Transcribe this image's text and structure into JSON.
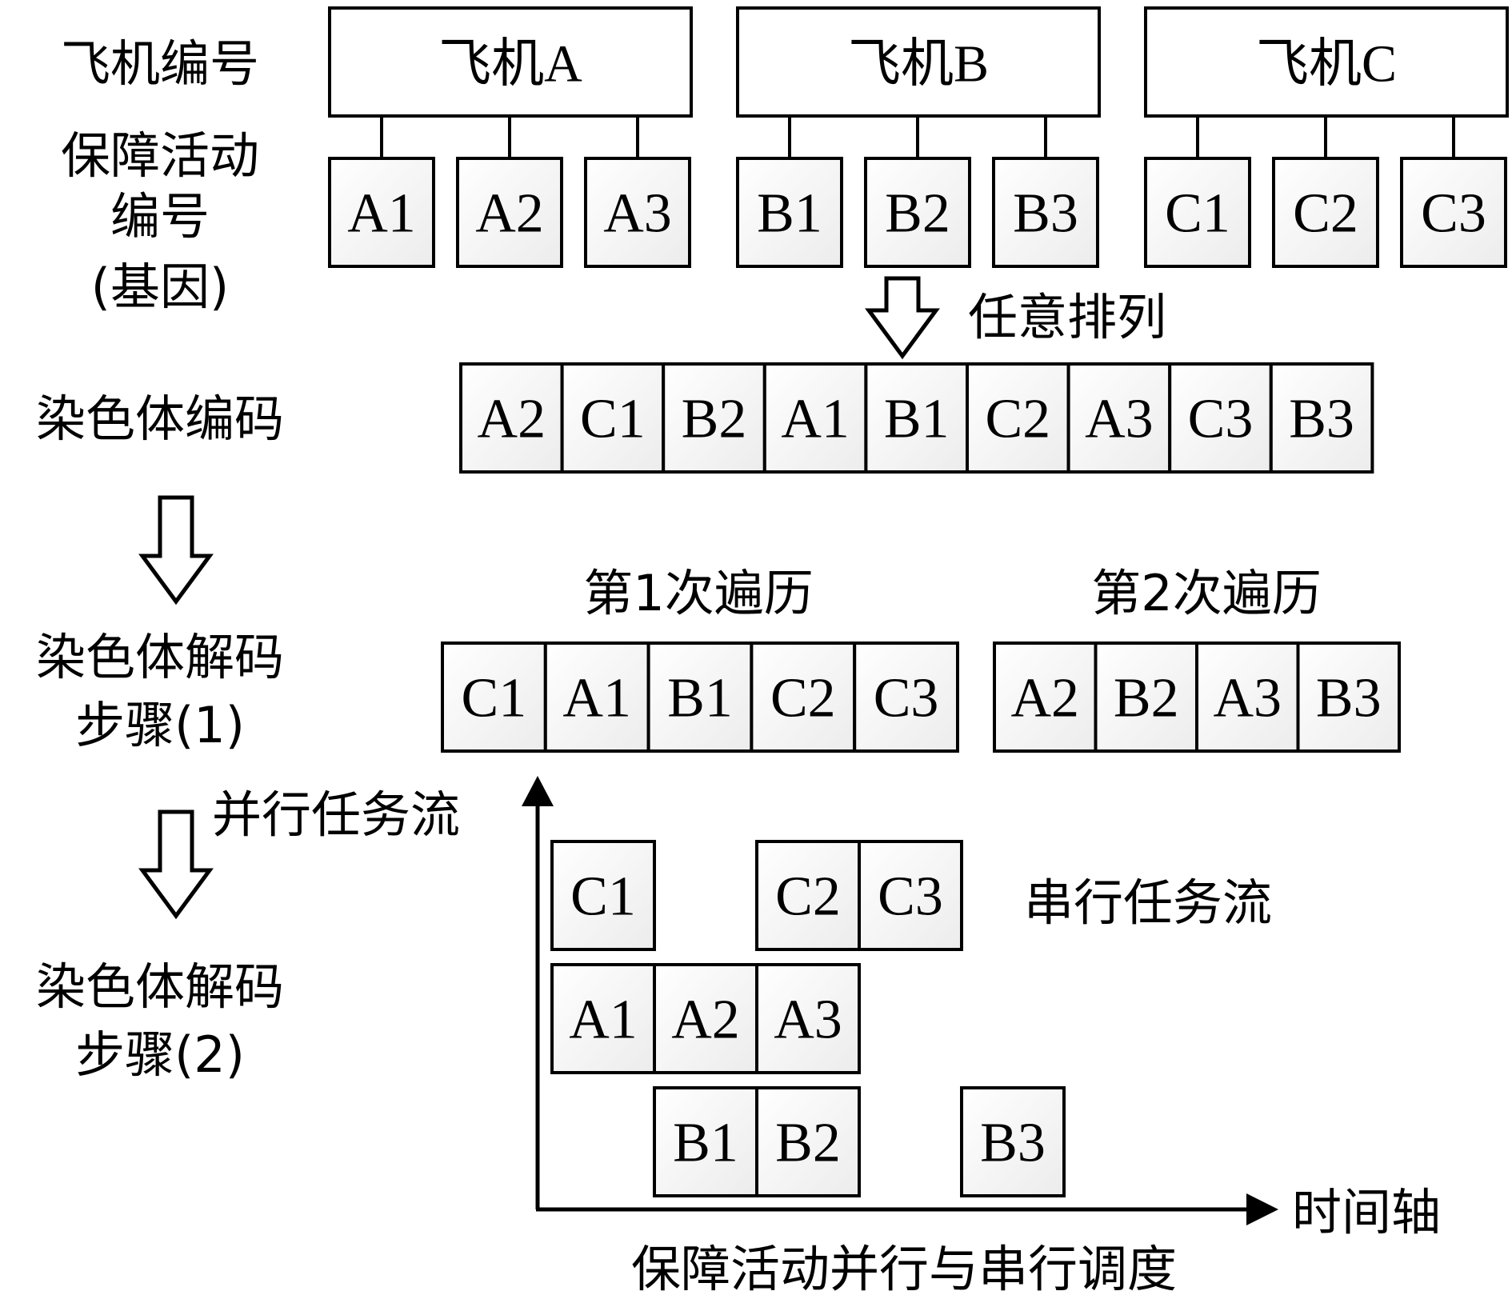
{
  "left_labels": {
    "aircraft_number": "飞机编号",
    "support_activity": [
      "保障活动",
      "编号",
      "(基因)"
    ],
    "chromosome_encoding": "染色体编码",
    "decode_step1": [
      "染色体解码",
      "步骤(1)"
    ],
    "decode_step2": [
      "染色体解码",
      "步骤(2)"
    ]
  },
  "aircraft": [
    "飞机A",
    "飞机B",
    "飞机C"
  ],
  "activities": [
    [
      "A1",
      "A2",
      "A3"
    ],
    [
      "B1",
      "B2",
      "B3"
    ],
    [
      "C1",
      "C2",
      "C3"
    ]
  ],
  "arbitrary_order_label": "任意排列",
  "chromosome": [
    "A2",
    "C1",
    "B2",
    "A1",
    "B1",
    "C2",
    "A3",
    "C3",
    "B3"
  ],
  "traversal_1": {
    "label": "第1次遍历",
    "genes": [
      "C1",
      "A1",
      "B1",
      "C2",
      "C3"
    ]
  },
  "traversal_2": {
    "label": "第2次遍历",
    "genes": [
      "A2",
      "B2",
      "A3",
      "B3"
    ]
  },
  "schedule": {
    "y_axis_label": "并行任务流",
    "x_axis_label": "时间轴",
    "serial_label": "串行任务流",
    "caption": "保障活动并行与串行调度",
    "rows": [
      [
        {
          "gene": "C1",
          "slot": 0
        },
        {
          "gene": "C2",
          "slot": 2
        },
        {
          "gene": "C3",
          "slot": 3
        }
      ],
      [
        {
          "gene": "A1",
          "slot": 0
        },
        {
          "gene": "A2",
          "slot": 1
        },
        {
          "gene": "A3",
          "slot": 2
        }
      ],
      [
        {
          "gene": "B1",
          "slot": 1
        },
        {
          "gene": "B2",
          "slot": 2
        },
        {
          "gene": "B3",
          "slot": 4
        }
      ]
    ]
  }
}
